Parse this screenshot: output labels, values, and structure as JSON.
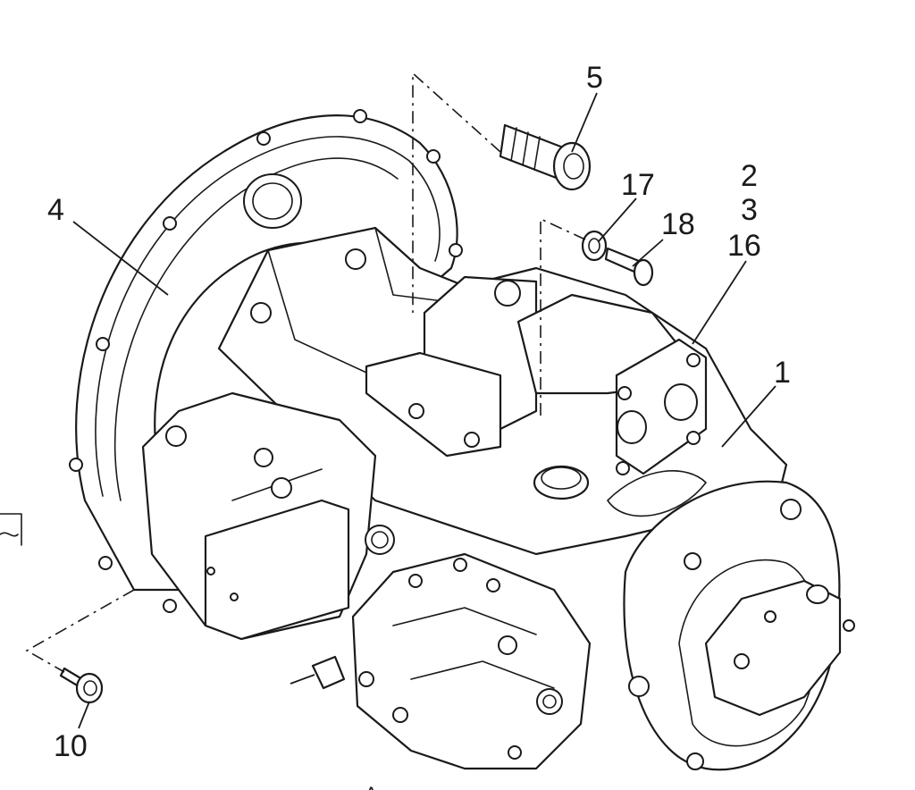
{
  "callouts": {
    "c1": "1",
    "c2": "2",
    "c3": "3",
    "c4": "4",
    "c5": "5",
    "c10": "10",
    "c16": "16",
    "c17": "17",
    "c18": "18",
    "cA": "A"
  },
  "parts": {
    "p1": "hydraulic-pump-assembly",
    "p4": "flywheel-housing-flange",
    "p5": "threaded-plug",
    "p10": "bolt",
    "p16": "outlet-port-flange",
    "p17": "washer",
    "p18": "bolt-with-washer"
  }
}
